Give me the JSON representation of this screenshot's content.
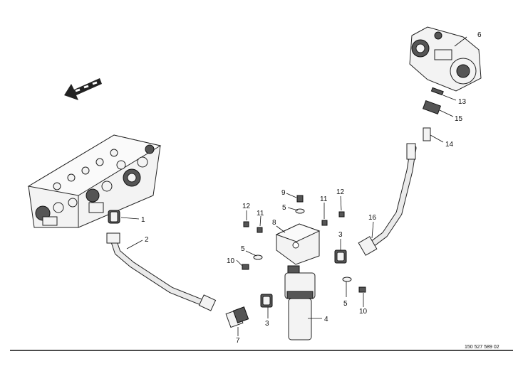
{
  "drawing": {
    "document_number": "150 527 589 02",
    "callouts": [
      "1",
      "2",
      "3",
      "3",
      "4",
      "5",
      "5",
      "5",
      "6",
      "7",
      "8",
      "9",
      "10",
      "10",
      "11",
      "11",
      "12",
      "12",
      "13",
      "14",
      "15",
      "16"
    ]
  },
  "colors": {
    "line": "#111111",
    "fill": "#f3f3f3",
    "shade": "#555555"
  }
}
